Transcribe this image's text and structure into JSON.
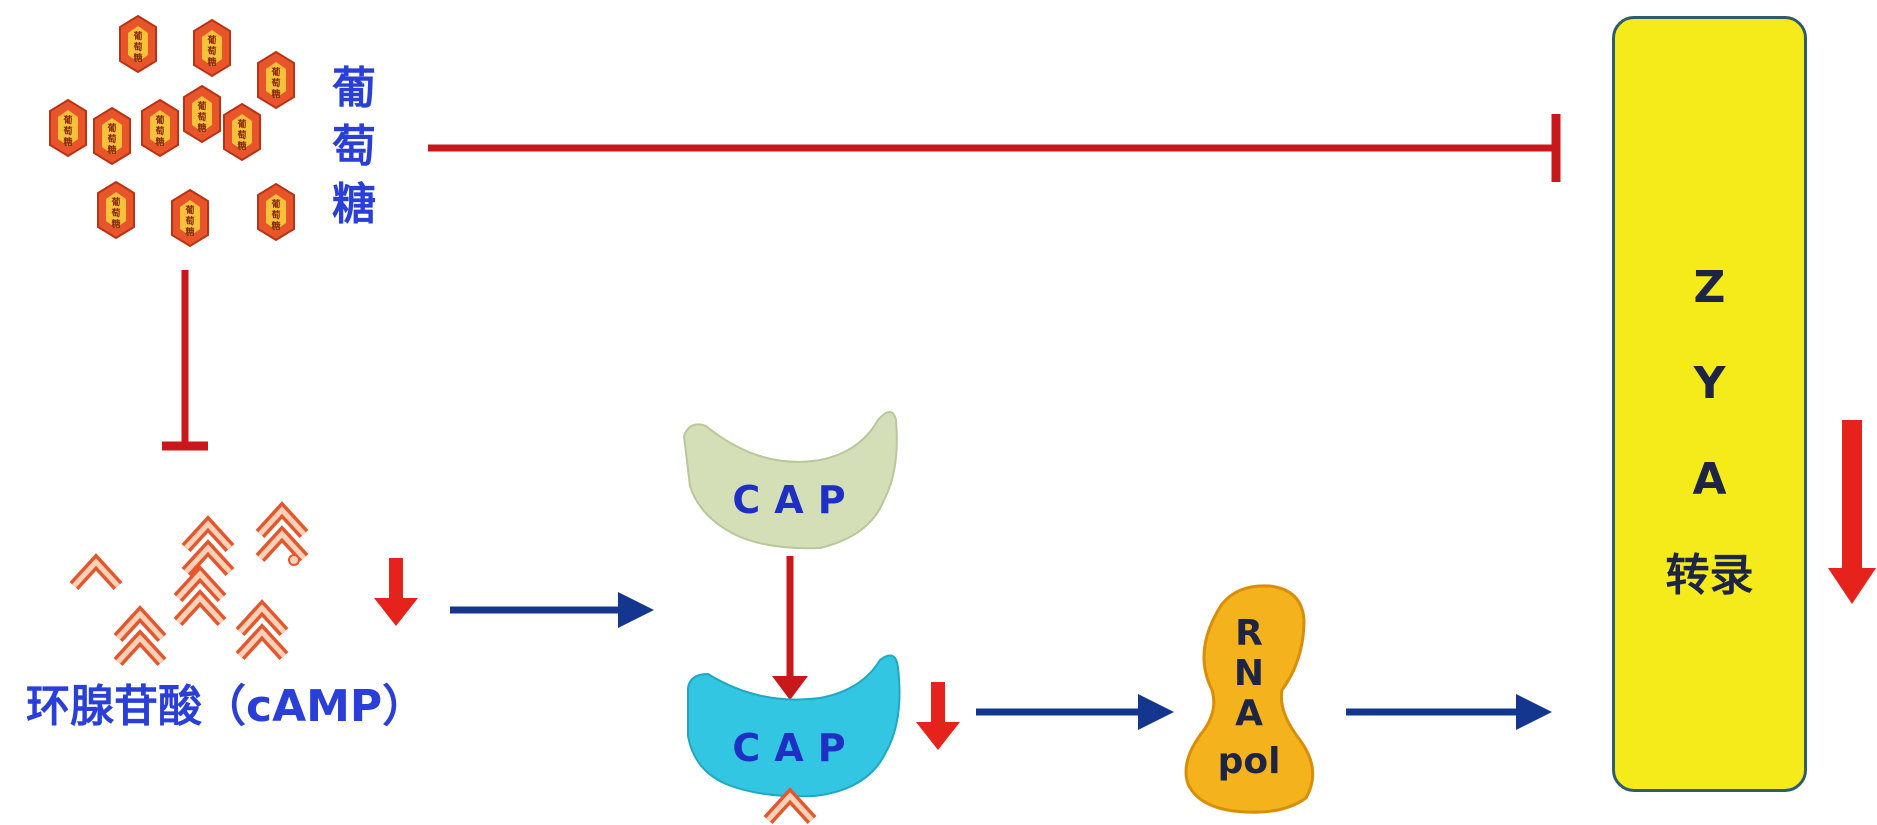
{
  "glucose": {
    "label_chars": [
      "葡",
      "萄",
      "糖"
    ],
    "molecule_chars": [
      "葡",
      "萄",
      "糖"
    ]
  },
  "camp": {
    "label": "环腺苷酸（cAMP）"
  },
  "cap": {
    "inactive_label": "CAP",
    "active_label": "CAP"
  },
  "rna_pol": {
    "line1": "R",
    "line2": "N",
    "line3": "A",
    "line4": "pol"
  },
  "operon": {
    "gene1": "Z",
    "gene2": "Y",
    "gene3": "A",
    "process": "转录"
  },
  "colors": {
    "inhibit": "#c8181c",
    "activate": "#14368f",
    "decrease": "#e5221b",
    "label_blue": "#2a3fd8",
    "cap_inactive": "#d4dfb8",
    "cap_active": "#33c6e3",
    "rna_pol": "#f4b21c",
    "zya_box": "#f5ea1a",
    "hexagon": "#e8552a",
    "camp_chevron": "#f07a53"
  }
}
